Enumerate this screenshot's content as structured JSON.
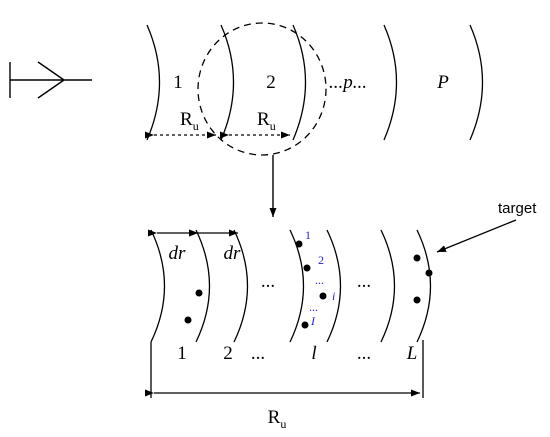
{
  "colors": {
    "ink": "#000000",
    "accent": "#1f1fd8",
    "background": "#ffffff"
  },
  "top_row": {
    "beam_labels": [
      "1",
      "2",
      "...p...",
      "P"
    ],
    "unamb_symbol": "R",
    "unamb_subscript": "u"
  },
  "bottom_row": {
    "bin_width_label": "dr",
    "bin_labels": [
      "1",
      "2",
      "...",
      "l",
      "...",
      "L"
    ],
    "between_dots": "...",
    "pulse_labels": [
      "1",
      "2",
      "...",
      "i",
      "...",
      "I"
    ],
    "target_label": "target",
    "span_symbol": "R",
    "span_subscript": "u"
  }
}
